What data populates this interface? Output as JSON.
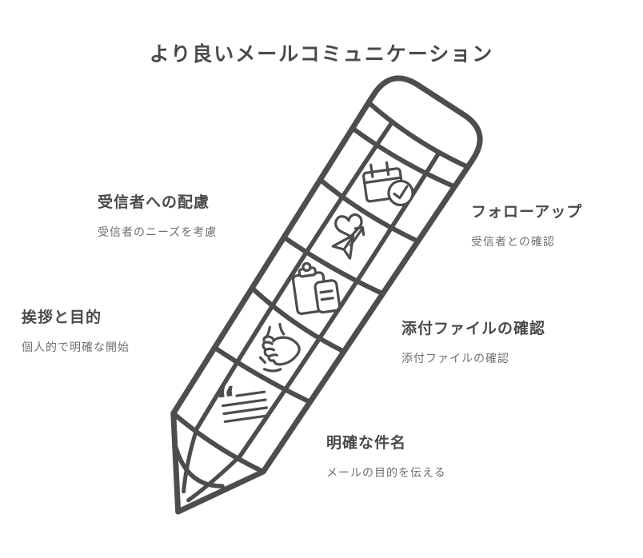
{
  "title": "より良いメールコミュニケーション",
  "colors": {
    "stroke": "#4d4d4d",
    "label": "#4a4a4d",
    "sublabel": "#6f6f6f",
    "background": "#ffffff"
  },
  "labels": {
    "top_left": {
      "title": "受信者への配慮",
      "desc": "受信者のニーズを考慮"
    },
    "top_right": {
      "title": "フォローアップ",
      "desc": "受信者との確認"
    },
    "mid_left": {
      "title": "挨拶と目的",
      "desc": "個人的で明確な開始"
    },
    "mid_right": {
      "title": "添付ファイルの確認",
      "desc": "添付ファイルの確認"
    },
    "bottom": {
      "title": "明確な件名",
      "desc": "メールの目的を伝える"
    }
  },
  "pencil": {
    "icons": [
      "calendar-check-icon",
      "heart-send-icon",
      "clipboard-note-icon",
      "hand-together-icon",
      "quote-text-icon"
    ],
    "quote_glyph": "“"
  }
}
